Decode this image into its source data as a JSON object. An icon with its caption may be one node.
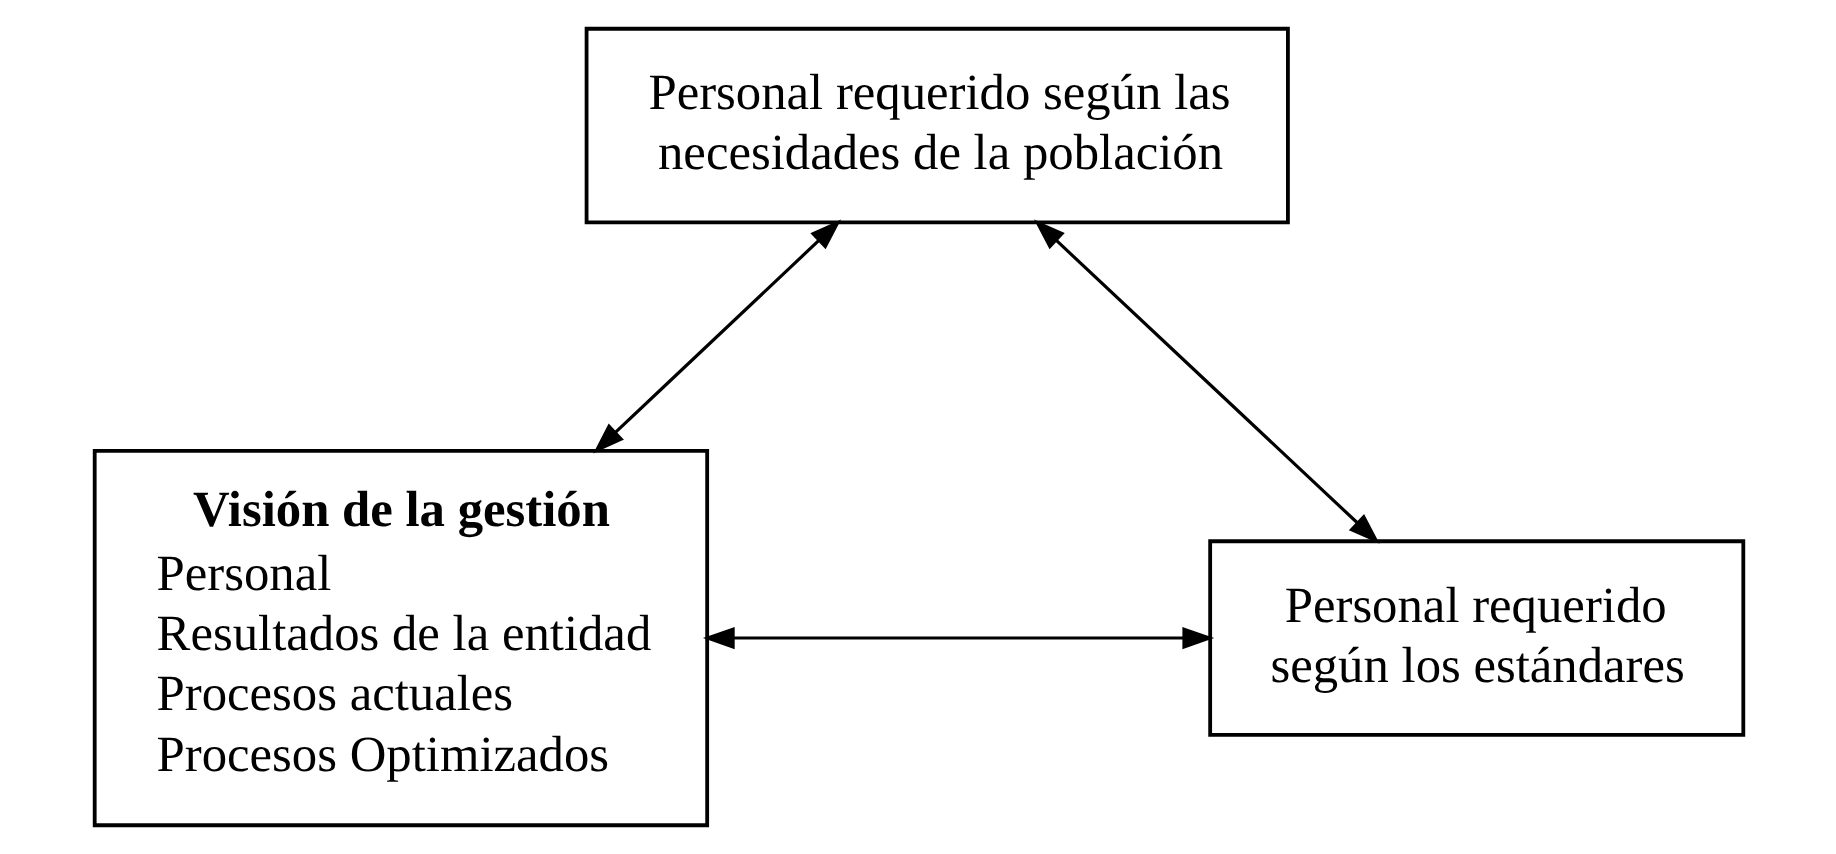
{
  "diagram": {
    "nodes": [
      {
        "text": [
          "Personal requerido según las necesidades de la población"
        ]
      },
      {
        "text": [
          "Visión de la gestión",
          "Personal",
          "Resultados de la entidad",
          "Procesos actuales",
          "Procesos Optimizados"
        ]
      },
      {
        "text": [
          "Personal requerido según los estándares"
        ]
      }
    ],
    "edges": [
      {
        "from": 0,
        "to": 1,
        "arrow": "both"
      },
      {
        "from": 0,
        "to": 2,
        "arrow": "both"
      },
      {
        "from": 1,
        "to": 2,
        "arrow": "both"
      }
    ]
  }
}
